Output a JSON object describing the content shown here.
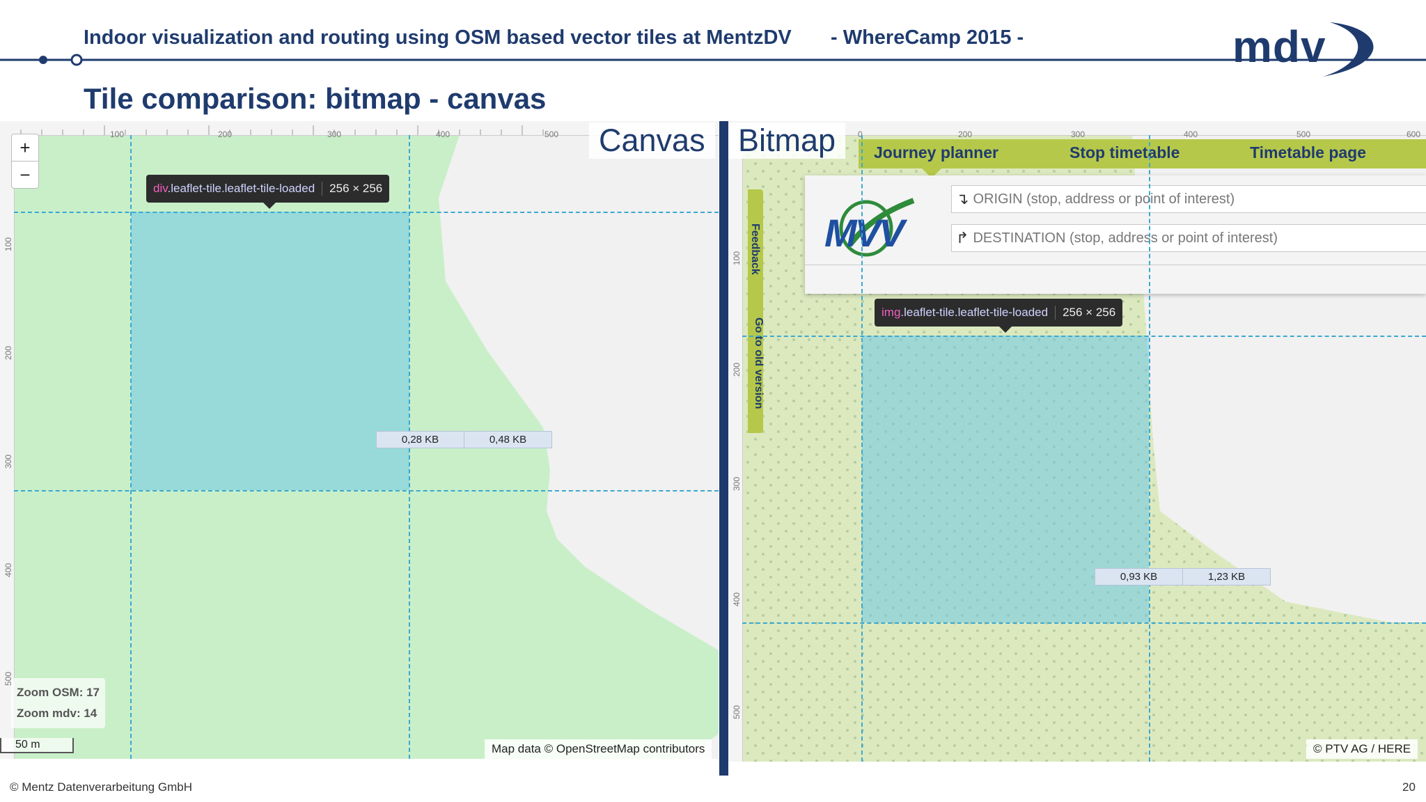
{
  "header": {
    "title": "Indoor visualization and routing using OSM based vector tiles at MentzDV",
    "event": "- WhereCamp 2015 -",
    "logo_text": "mdv"
  },
  "slide_title": "Tile comparison: bitmap - canvas",
  "canvas_panel": {
    "label": "Canvas",
    "ruler_x": [
      "100",
      "200",
      "300",
      "400",
      "500"
    ],
    "ruler_y": [
      "100",
      "200",
      "300",
      "400",
      "500"
    ],
    "zoom_in": "+",
    "zoom_out": "−",
    "tooltip_selector_tag": "div",
    "tooltip_selector_rest": ".leaflet-tile.leaflet-tile-loaded",
    "tooltip_size": "256 × 256",
    "size_a": "0,28 KB",
    "size_b": "0,48 KB",
    "zoom_osm": "Zoom OSM: 17",
    "zoom_mdv": "Zoom mdv: 14",
    "scale": "50 m",
    "attribution": "Map data © OpenStreetMap contributors"
  },
  "bitmap_panel": {
    "label": "Bitmap",
    "ruler_x": [
      "0",
      "200",
      "300",
      "400",
      "500",
      "600"
    ],
    "ruler_y": [
      "100",
      "200",
      "300",
      "400",
      "500"
    ],
    "nav_tabs": [
      "Journey planner",
      "Stop timetable",
      "Timetable page"
    ],
    "mvv_logo": "MVV",
    "origin_placeholder": "ORIGIN (stop, address or point of interest)",
    "destination_placeholder": "DESTINATION (stop, address or point of interest)",
    "side_tab_feedback": "Feedback",
    "side_tab_old": "Go to old version",
    "tooltip_selector_tag": "img",
    "tooltip_selector_rest": ".leaflet-tile.leaflet-tile-loaded",
    "tooltip_size": "256 × 256",
    "size_a": "0,93 KB",
    "size_b": "1,23 KB",
    "attribution": "© PTV AG / HERE"
  },
  "footer": {
    "copyright": "© Mentz Datenverarbeitung GmbH",
    "page": "20"
  },
  "colors": {
    "brand_blue": "#1f3b6e",
    "map_green": "#c9efc9",
    "nav_green": "#b6c84a",
    "tile_highlight": "#6ec8e6"
  }
}
